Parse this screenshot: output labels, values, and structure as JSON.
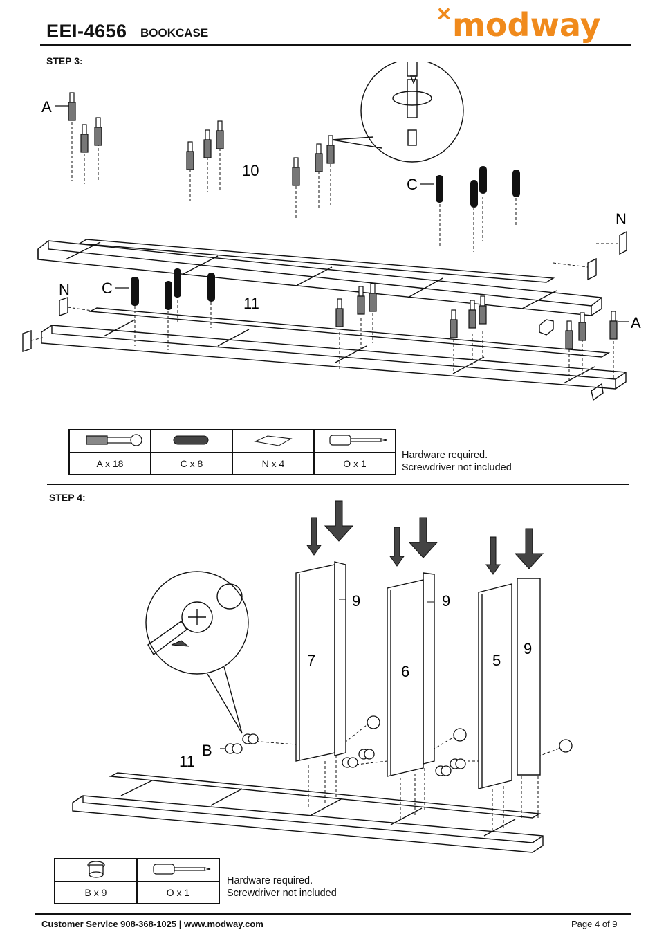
{
  "header": {
    "model": "EEI-4656",
    "product": "BOOKCASE",
    "brand": "modway",
    "brand_color": "#f08a1c"
  },
  "step3": {
    "title": "STEP 3:",
    "labels": {
      "part_top": "10",
      "part_bottom": "11",
      "a_left": "A",
      "a_right": "A",
      "c_top": "C",
      "c_bottom": "C",
      "n_top": "N",
      "n_bottom": "N"
    },
    "hardware": [
      {
        "icon": "cam-bolt-icon",
        "label": "A x 18"
      },
      {
        "icon": "dowel-icon",
        "label": "C x 8"
      },
      {
        "icon": "pad-icon",
        "label": "N x 4"
      },
      {
        "icon": "screwdriver-icon",
        "label": "O x 1"
      }
    ],
    "note_line1": "Hardware required.",
    "note_line2": "Screwdriver not included"
  },
  "step4": {
    "title": "STEP 4:",
    "labels": {
      "panel7": "7",
      "panel6": "6",
      "panel5": "5",
      "side_a": "9",
      "side_b": "9",
      "side_c": "9",
      "base": "11",
      "cam": "B"
    },
    "hardware": [
      {
        "icon": "cam-lock-icon",
        "label": "B x 9"
      },
      {
        "icon": "screwdriver-icon",
        "label": "O x 1"
      }
    ],
    "note_line1": "Hardware required.",
    "note_line2": "Screwdriver not included"
  },
  "footer": {
    "contact": "Customer Service 908-368-1025 | www.modway.com",
    "page": "Page 4 of 9"
  }
}
